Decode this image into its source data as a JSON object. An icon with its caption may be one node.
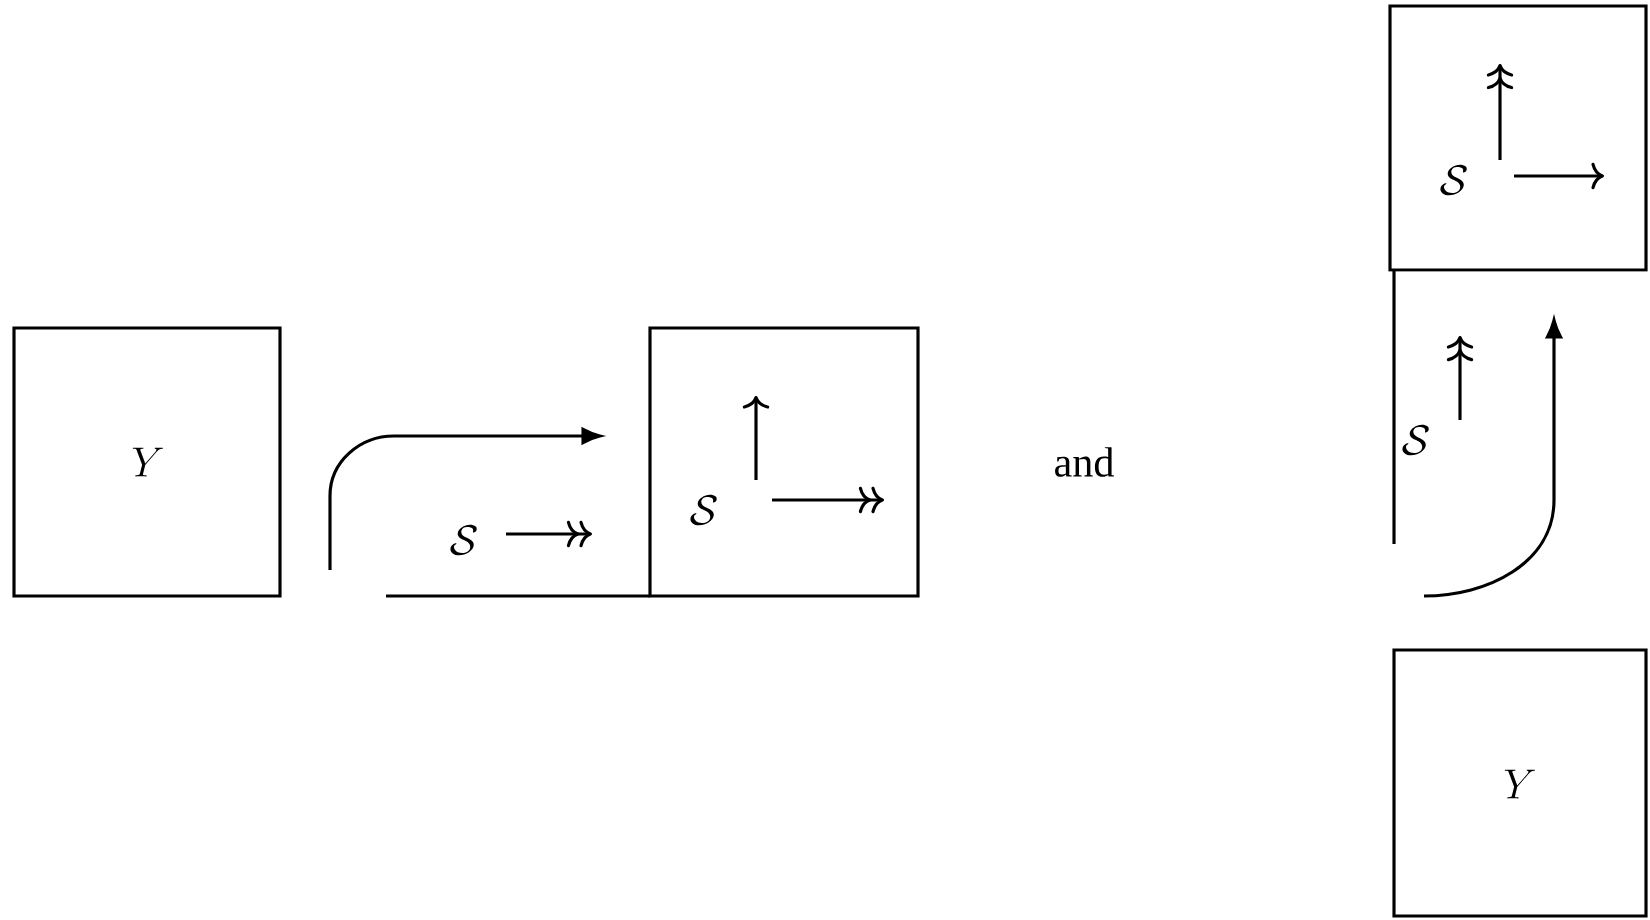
{
  "diagram": {
    "nodes": [
      {
        "text": [
          "Y"
        ]
      },
      {
        "text": [
          "\\mathcal{S}"
        ]
      },
      {
        "text": [
          "\\mathcal{S}"
        ]
      },
      {
        "text": [
          "Y"
        ]
      }
    ],
    "edges": [
      {
        "from": null,
        "to": 1,
        "arrow": "to"
      },
      {
        "from": null,
        "to": 2,
        "arrow": "to"
      }
    ],
    "labels": [
      "\\mathcal{S}",
      "and",
      "\\mathcal{S}"
    ]
  }
}
